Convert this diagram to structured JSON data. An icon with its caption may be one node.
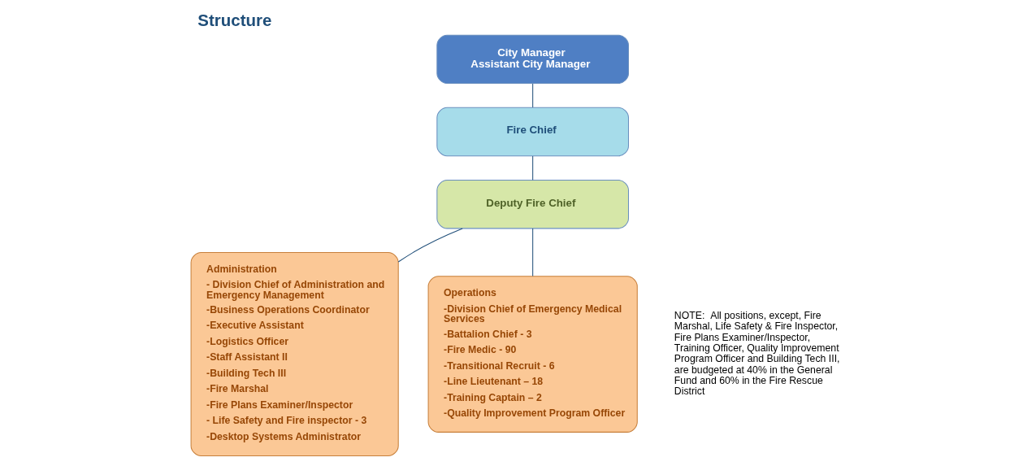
{
  "diagram": {
    "title": "Structure",
    "nodes": [
      {
        "text": [
          "City Manager",
          "Assistant City Manager"
        ]
      },
      {
        "text": [
          "Fire Chief"
        ]
      },
      {
        "text": [
          "Deputy Fire Chief"
        ]
      },
      {
        "text": [
          "Administration",
          "- Division Chief of Administration and Emergency Management",
          "-Business Operations Coordinator",
          "-Executive Assistant",
          "-Logistics Officer",
          "-Staff Assistant II",
          "-Building Tech III",
          "-Fire Marshal",
          "-Fire Plans Examiner/Inspector",
          "- Life Safety and Fire inspector - 3",
          "-Desktop Systems Administrator"
        ]
      },
      {
        "text": [
          "Operations",
          "-Division Chief of Emergency Medical Services",
          "-Battalion Chief - 3",
          "-Fire Medic - 90",
          "-Transitional Recruit - 6",
          "-Line Lieutenant – 18",
          "-Training Captain – 2",
          "-Quality Improvement Program Officer"
        ]
      }
    ],
    "edges": [
      {
        "from": 0,
        "to": 1,
        "arrow": "none"
      },
      {
        "from": 1,
        "to": 2,
        "arrow": "none"
      },
      {
        "from": 2,
        "to": 3,
        "arrow": "none"
      },
      {
        "from": 2,
        "to": 4,
        "arrow": "none"
      }
    ],
    "labels": [
      "NOTE:  All positions, except, Fire Marshal, Life Safety & Fire Inspector, Fire Plans Examiner/Inspector, Training Officer, Quality Improvement Program Officer and Building Tech III, are budgeted at 40% in the General Fund and 60% in the Fire Rescue District"
    ]
  }
}
